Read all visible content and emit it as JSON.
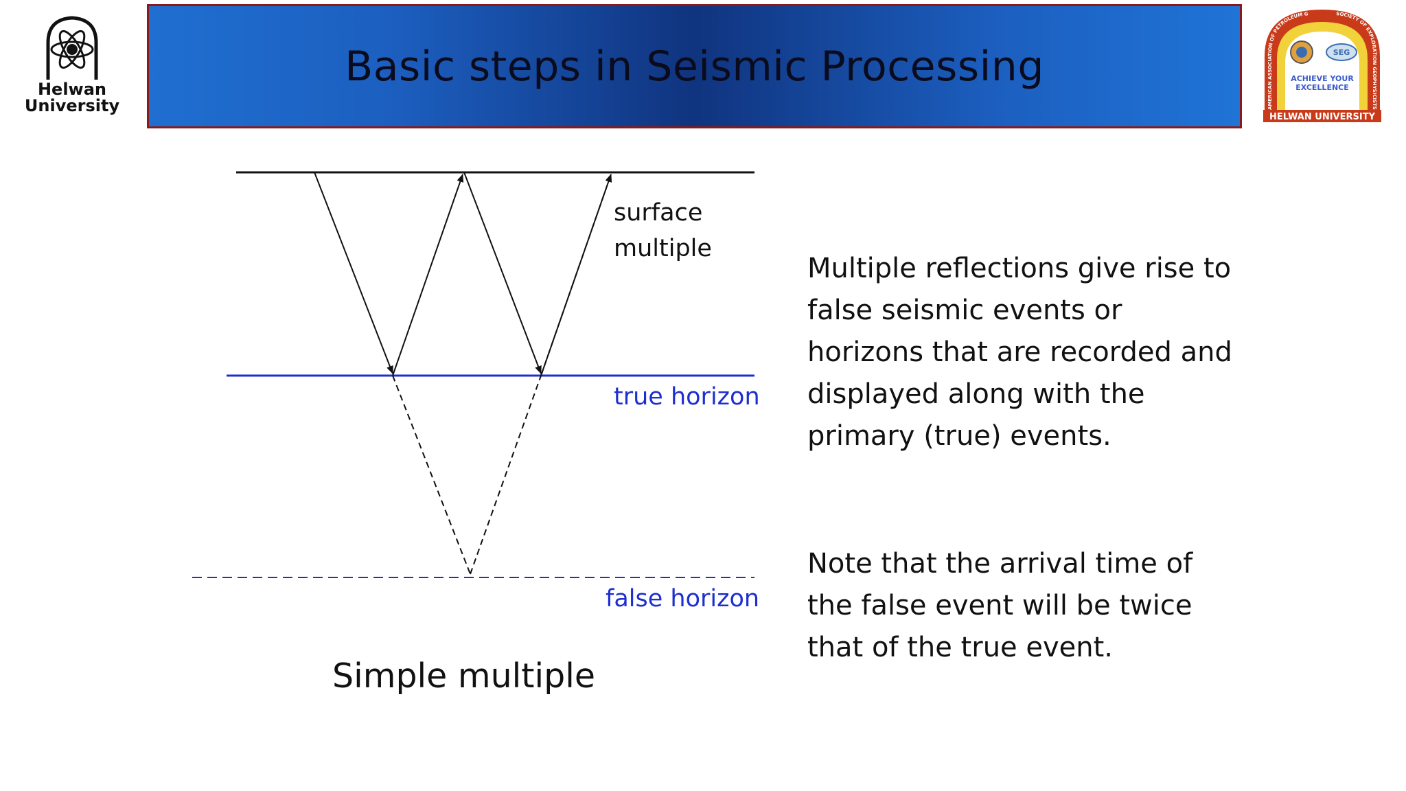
{
  "header": {
    "title": "Basic steps in Seismic Processing",
    "left_logo_text": "Helwan University",
    "right_logo_text": "HELWAN UNIVERSITY",
    "right_logo_motto": "ACHIEVE YOUR EXCELLENCE",
    "right_logo_ring_left": "AMERICAN ASSOCIATION OF PETROLEUM GEOLOGISTS",
    "right_logo_ring_right": "SOCIETY OF EXPLORATION GEOPHYSICISTS",
    "right_logo_badge": "SEG",
    "banner_colors": [
      "#1f6fd0",
      "#10347f"
    ],
    "banner_border": "#8a1a1a"
  },
  "diagram": {
    "label_surface_multiple": "surface multiple",
    "label_true_horizon": "true horizon",
    "label_false_horizon": "false horizon",
    "caption": "Simple multiple",
    "horizon_color": "#1d2fd0"
  },
  "text": {
    "paragraph_1": "Multiple reflections give rise to false seismic events or horizons that are recorded and displayed along with the primary (true) events.",
    "paragraph_2": "Note that the arrival time of the false  event will be twice that of the true event."
  }
}
